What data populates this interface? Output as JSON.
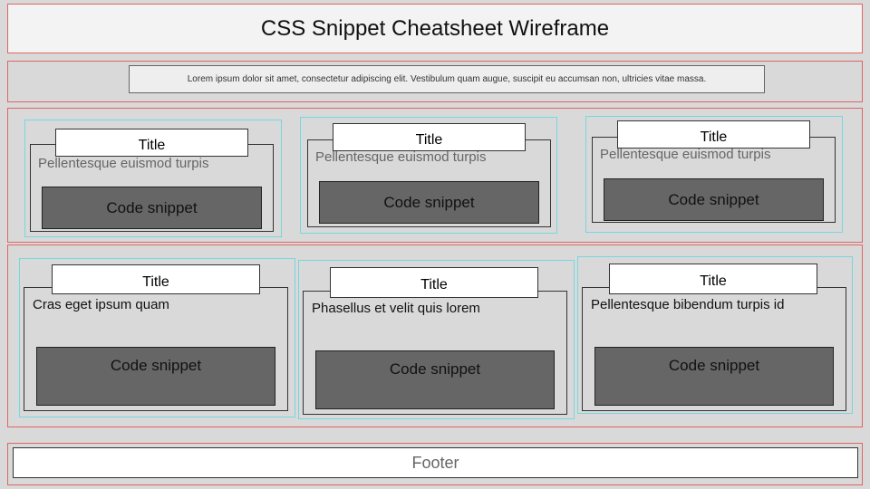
{
  "header": {
    "title": "CSS Snippet Cheatsheet Wireframe"
  },
  "intro": {
    "text": "Lorem ipsum dolor sit amet, consectetur adipiscing elit. Vestibulum quam augue, suscipit eu accumsan non, ultricies vitae massa."
  },
  "row1": {
    "cards": [
      {
        "title": "Title",
        "description": "Pellentesque euismod turpis",
        "code": "Code snippet"
      },
      {
        "title": "Title",
        "description": "Pellentesque euismod turpis",
        "code": "Code snippet"
      },
      {
        "title": "Title",
        "description": "Pellentesque euismod turpis",
        "code": "Code snippet"
      }
    ]
  },
  "row2": {
    "cards": [
      {
        "title": "Title",
        "description": "Cras eget ipsum quam",
        "code": "Code snippet"
      },
      {
        "title": "Title",
        "description": "Phasellus et velit quis lorem",
        "code": "Code snippet"
      },
      {
        "title": "Title",
        "description": "Pellentesque bibendum turpis id",
        "code": "Code snippet"
      }
    ]
  },
  "footer": {
    "label": "Footer"
  },
  "colors": {
    "section_border": "#e06666",
    "card_outline": "#76d7df",
    "background": "#d9d9d9",
    "code_fill": "#666666"
  }
}
